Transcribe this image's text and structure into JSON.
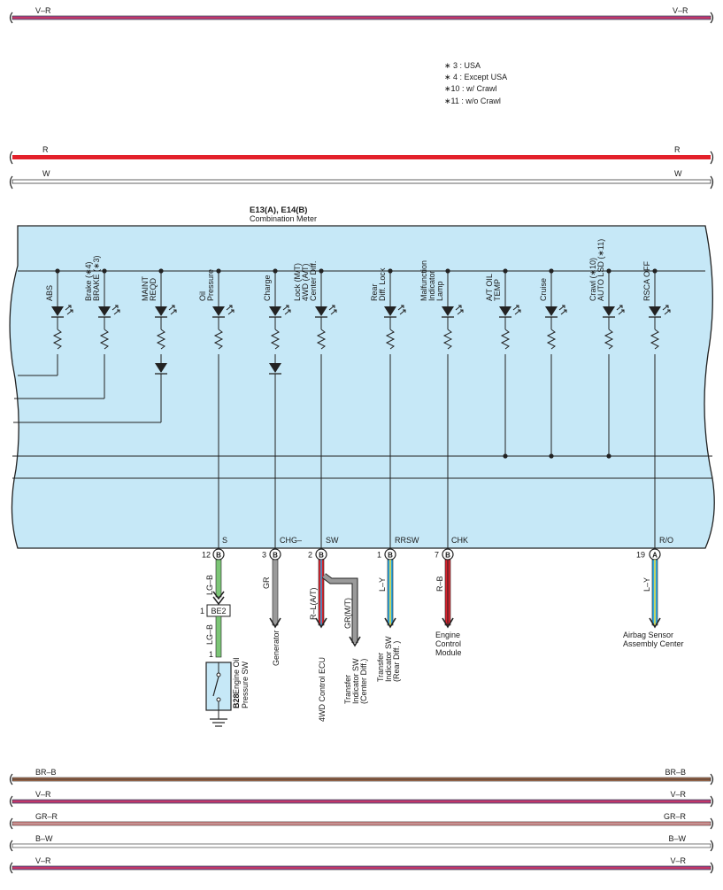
{
  "top_bus": {
    "wire_left": "V–R",
    "wire_right": "V–R"
  },
  "notes": [
    "∗ 3 : USA",
    "∗ 4 : Except USA",
    "∗10 : w/ Crawl",
    "∗11 : w/o Crawl"
  ],
  "power_bus": [
    {
      "left": "R",
      "right": "R",
      "color": "#e3212b"
    },
    {
      "left": "W",
      "right": "W",
      "color": "#ffffff"
    }
  ],
  "component": {
    "id": "E13(A), E14(B)",
    "name": "Combination Meter",
    "fill": "#c6e8f7"
  },
  "indicators": [
    {
      "label": "ABS"
    },
    {
      "label": "Brake (∗4)\nBRAKE (∗3)"
    },
    {
      "label": "MAINT\nREQD"
    },
    {
      "label": "Oil\nPressure"
    },
    {
      "label": "Charge"
    },
    {
      "label": "Lock (M/T)\n4WD (A/T)\nCenter Diff."
    },
    {
      "label": "Rear\nDiff. Lock"
    },
    {
      "label": "Malfunction\nIndicator\nLamp"
    },
    {
      "label": "A/T OIL\nTEMP"
    },
    {
      "label": "Cruise"
    },
    {
      "label": "Crawl (∗10)\nAUTO LSD (∗11)"
    },
    {
      "label": "RSCA OFF"
    }
  ],
  "terminals": [
    {
      "name": "S",
      "pin": "12",
      "conn": "B"
    },
    {
      "name": "CHG–",
      "pin": "3",
      "conn": "B"
    },
    {
      "name": "SW",
      "pin": "2",
      "conn": "B"
    },
    {
      "name": "RRSW",
      "pin": "1",
      "conn": "B"
    },
    {
      "name": "CHK",
      "pin": "7",
      "conn": "B"
    },
    {
      "name": "R/O",
      "pin": "19",
      "conn": "A"
    }
  ],
  "wires": [
    {
      "label": "LG–B",
      "color": "#7cc576"
    },
    {
      "label": "LG–B",
      "color": "#7cc576"
    },
    {
      "label": "GR",
      "color": "#9a9a9a"
    },
    {
      "label": "R–L(A/T)",
      "color": "#d9232d"
    },
    {
      "label": "GR(M/T)",
      "color": "#9a9a9a"
    },
    {
      "label": "L–Y",
      "color": "#2ea6e0"
    },
    {
      "label": "R–B",
      "color": "#d9232d"
    },
    {
      "label": "L–Y",
      "color": "#2ea6e0"
    }
  ],
  "junction": {
    "id": "BE2",
    "pin_top": "1",
    "pin_bottom": "1"
  },
  "destinations": [
    {
      "label": "Generator"
    },
    {
      "label": "4WD Control ECU"
    },
    {
      "label": "Transfer\nIndicator SW\n(Center Diff.)"
    },
    {
      "label": "Transfer\nIndicator SW\n(Rear Diff.)"
    },
    {
      "label": "Engine\nControl\nModule"
    },
    {
      "label": "Airbag Sensor\nAssembly Center"
    }
  ],
  "switch": {
    "id": "B28",
    "name": "Engine Oil\nPressure SW"
  },
  "bottom_bus": [
    {
      "left": "BR–B",
      "right": "BR–B",
      "color": "#c6805a"
    },
    {
      "left": "V–R",
      "right": "V–R",
      "color": "#a24fa0"
    },
    {
      "left": "GR–R",
      "right": "GR–R",
      "color": "#f08a8a"
    },
    {
      "left": "B–W",
      "right": "B–W",
      "color": "#ffffff"
    },
    {
      "left": "V–R",
      "right": "V–R",
      "color": "#a24fa0"
    }
  ]
}
